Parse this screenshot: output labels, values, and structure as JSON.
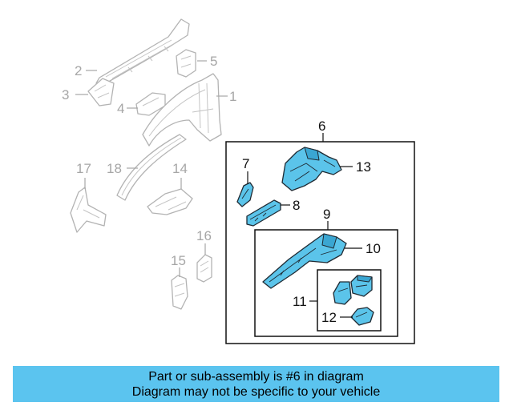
{
  "colors": {
    "part_fill": "#5bc4ea",
    "part_shade": "#3aa6d2",
    "banner_bg": "#5bc4ef"
  },
  "callouts": {
    "c1": "1",
    "c2": "2",
    "c3": "3",
    "c4": "4",
    "c5": "5",
    "c6": "6",
    "c7": "7",
    "c8": "8",
    "c9": "9",
    "c10": "10",
    "c11": "11",
    "c12": "12",
    "c13": "13",
    "c14": "14",
    "c15": "15",
    "c16": "16",
    "c17": "17",
    "c18": "18"
  },
  "banner": {
    "line1": "Part or sub-assembly is #6 in diagram",
    "line2": "Diagram may not be specific to your vehicle"
  }
}
